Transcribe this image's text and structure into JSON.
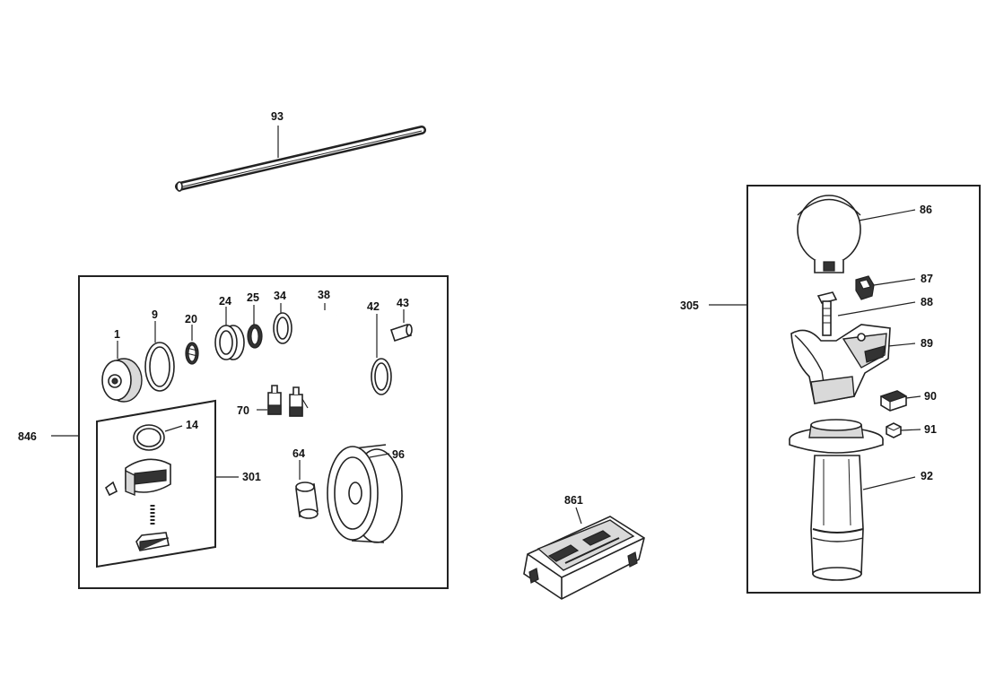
{
  "parts": {
    "p93": "93",
    "p846": "846",
    "p1": "1",
    "p9": "9",
    "p20": "20",
    "p24": "24",
    "p25": "25",
    "p34": "34",
    "p38": "38",
    "p42": "42",
    "p43": "43",
    "p70": "70",
    "p14": "14",
    "p301": "301",
    "p64": "64",
    "p96": "96",
    "p861": "861",
    "p305": "305",
    "p86": "86",
    "p87": "87",
    "p88": "88",
    "p89": "89",
    "p90": "90",
    "p91": "91",
    "p92": "92"
  }
}
